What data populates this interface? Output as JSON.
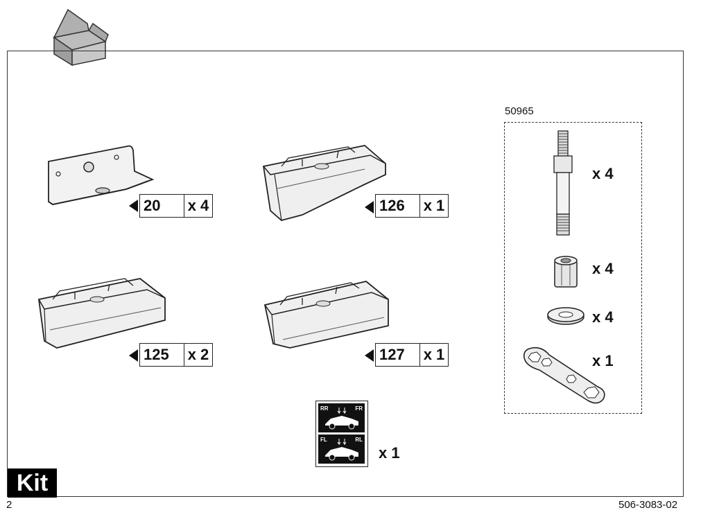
{
  "page": {
    "number": "2",
    "doc_code": "506-3083-02",
    "section": "Kit"
  },
  "kit_number": "50965",
  "parts": [
    {
      "num": "20",
      "qty": "x 4"
    },
    {
      "num": "126",
      "qty": "x 1"
    },
    {
      "num": "125",
      "qty": "x 2"
    },
    {
      "num": "127",
      "qty": "x 1"
    }
  ],
  "kit_items": [
    {
      "name": "threaded rod",
      "qty": "x 4"
    },
    {
      "name": "nut",
      "qty": "x 4"
    },
    {
      "name": "washer",
      "qty": "x 4"
    },
    {
      "name": "wrench",
      "qty": "x 1"
    }
  ],
  "stickers": {
    "qty": "x 1",
    "top": {
      "left": "RR",
      "right": "FR"
    },
    "bottom": {
      "left": "FL",
      "right": "RL"
    }
  },
  "icons": [
    "box-icon",
    "bracket-icon",
    "foot-pad-icon",
    "threaded-rod-icon",
    "nut-icon",
    "washer-icon",
    "wrench-icon",
    "sticker-icon"
  ]
}
